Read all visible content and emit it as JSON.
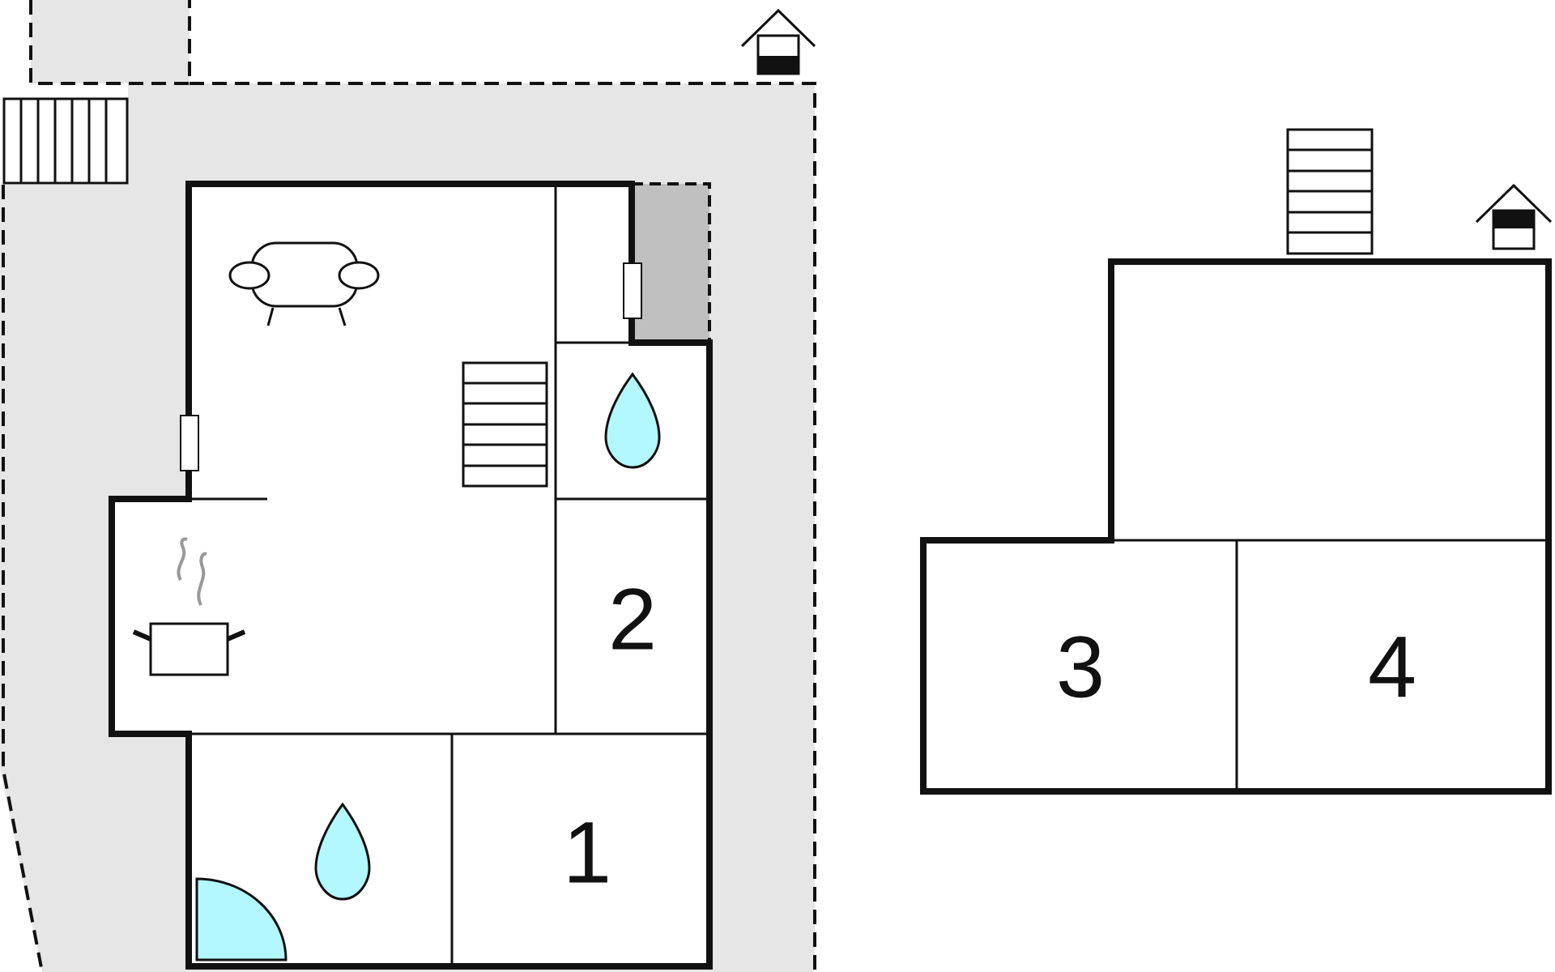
{
  "plan": {
    "ground_floor": {
      "rooms": {
        "bedroom_1": {
          "label": "1"
        },
        "bedroom_2": {
          "label": "2"
        }
      }
    },
    "upper_floor": {
      "rooms": {
        "bedroom_3": {
          "label": "3"
        },
        "bedroom_4": {
          "label": "4"
        }
      }
    },
    "icons": [
      "doghouse-icon",
      "sofa-icon",
      "staircase-icon",
      "water-drop-icon",
      "cooking-pot-icon",
      "door-swing-icon",
      "terrace-steps-icon"
    ],
    "colors": {
      "walls": "#000000",
      "terrace": "#e6e6e6",
      "storage": "#c0c0c0",
      "water": "#b3f7ff",
      "steam": "#999999"
    }
  }
}
